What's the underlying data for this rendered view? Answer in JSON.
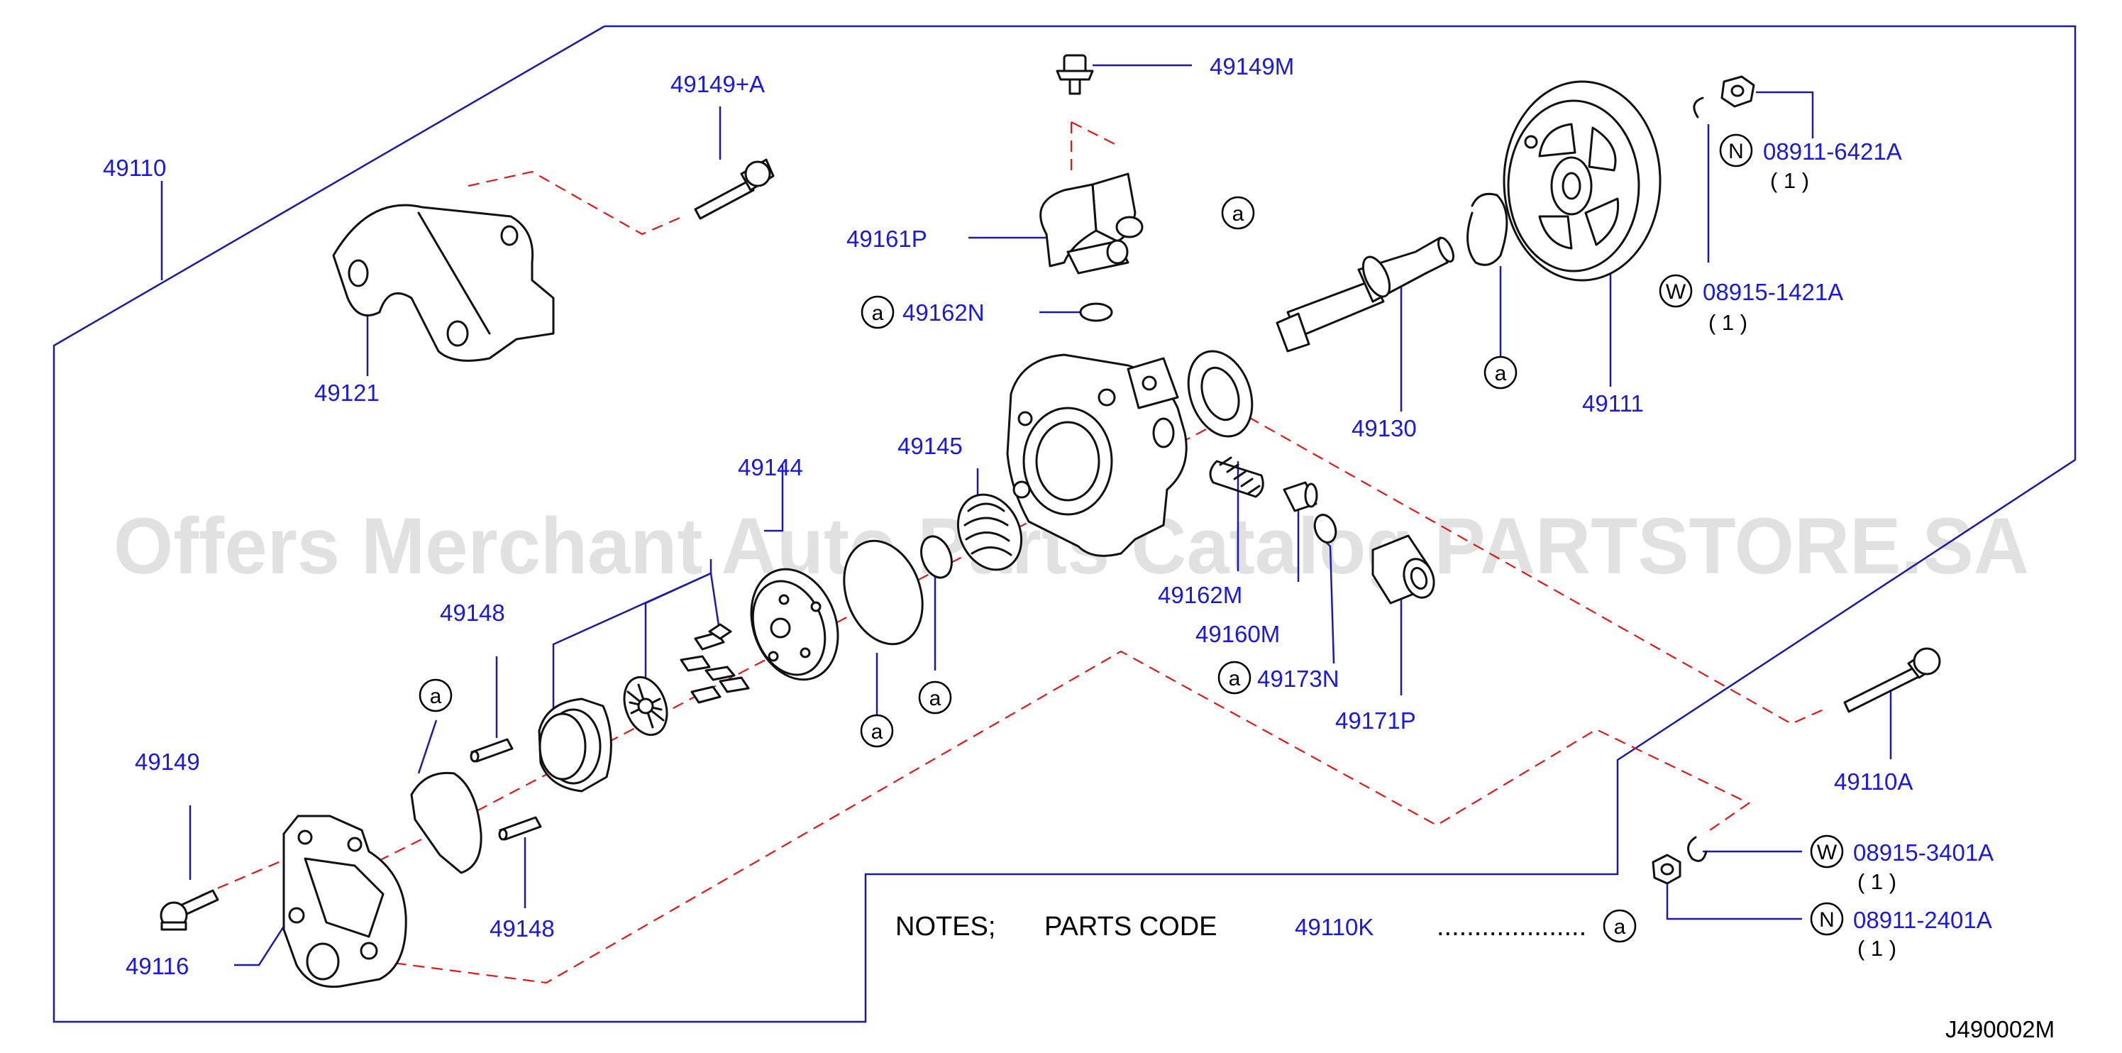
{
  "diagram": {
    "colors": {
      "label": "#1a1ad8",
      "frame": "#1a1aa8",
      "phantom": "#e01818",
      "part": "#111111"
    },
    "watermark": "Offers Merchant Auto Parts Catalog PARTSTORE.SA",
    "drawing_code": "J490002M",
    "labels": {
      "l49110": "49110",
      "l49149a": "49149+A",
      "l49149m": "49149M",
      "l49161p": "49161P",
      "l49162n": "49162N",
      "l49121": "49121",
      "l49144": "49144",
      "l49145": "49145",
      "l49148a": "49148",
      "l49148b": "49148",
      "l49149": "49149",
      "l49116": "49116",
      "l49162m": "49162M",
      "l49160m": "49160M",
      "l49173n": "49173N",
      "l49171p": "49171P",
      "l49130": "49130",
      "l49111": "49111",
      "l49110a": "49110A",
      "l08911_6421a": "08911-6421A",
      "l08915_1421a": "08915-1421A",
      "l08915_3401a": "08915-3401A",
      "l08911_2401a": "08911-2401A",
      "l49110k": "49110K"
    },
    "quantities": {
      "q1": "( 1 )",
      "q2": "( 1 )",
      "q3": "( 1 )",
      "q4": "( 1 )"
    },
    "markers": {
      "a": "a",
      "n": "N",
      "w": "W"
    },
    "notes": {
      "notes_label": "NOTES;",
      "parts_code_label": "PARTS  CODE",
      "dots": "...................."
    }
  }
}
